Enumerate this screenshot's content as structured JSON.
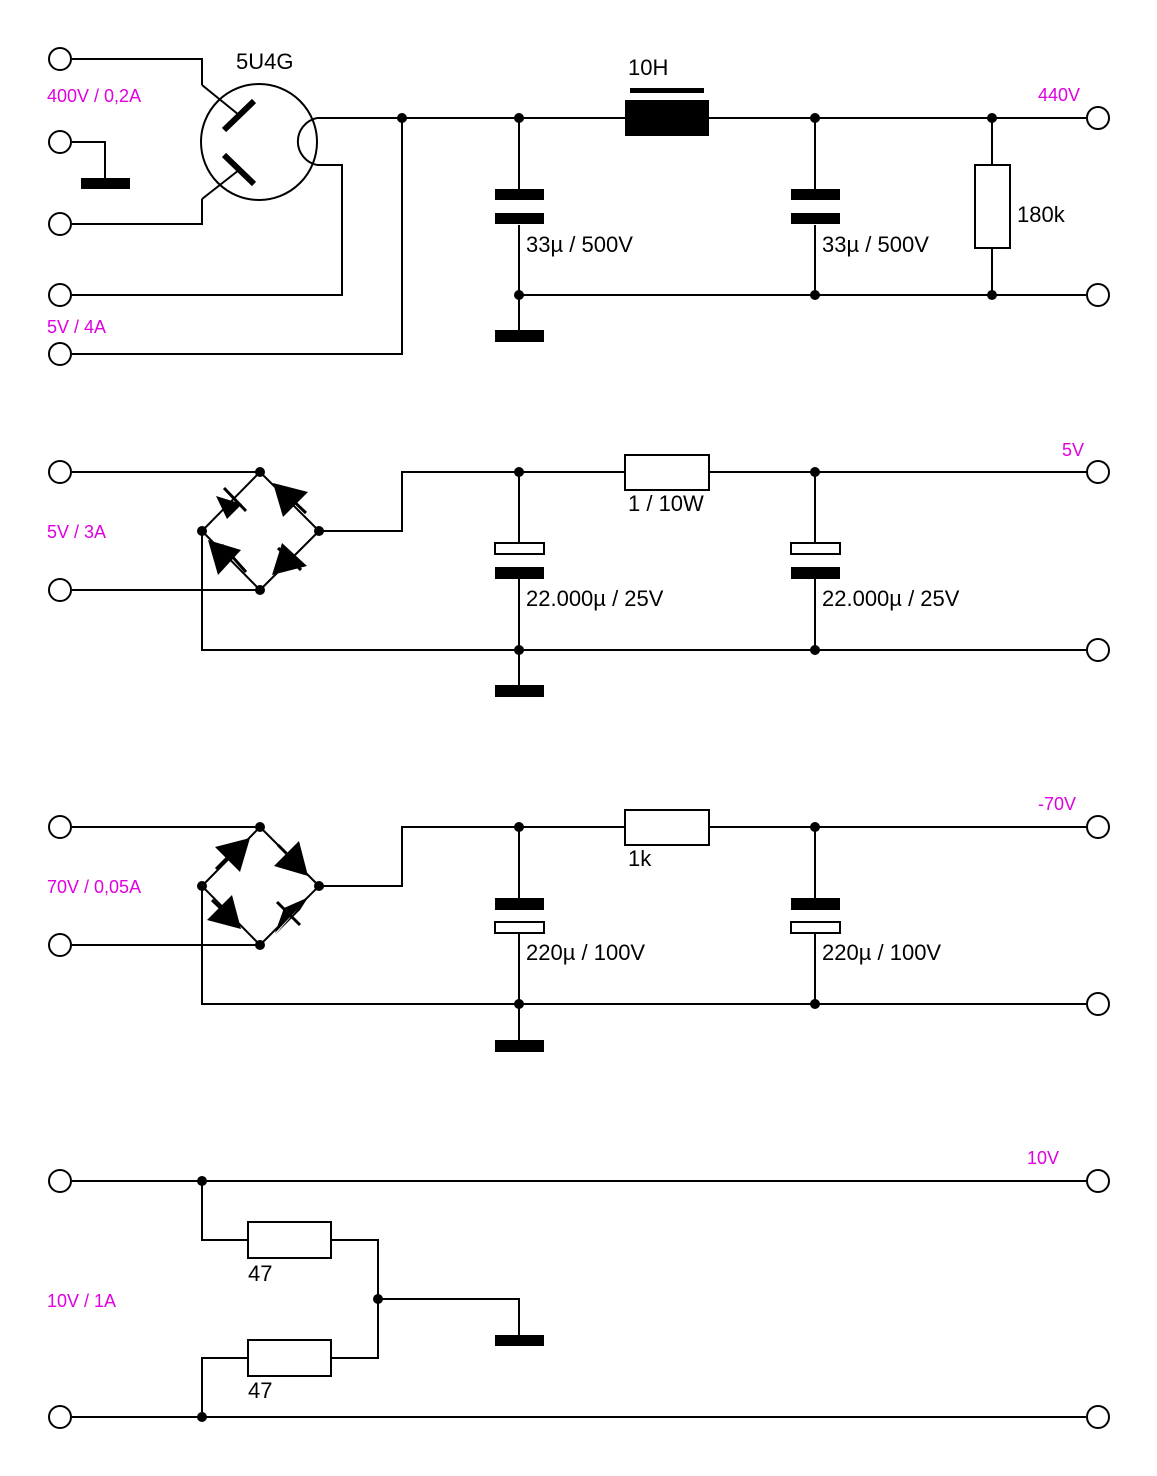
{
  "colors": {
    "line": "#000000",
    "voltage_label": "#e000e0",
    "background": "#ffffff"
  },
  "section1": {
    "tube": "5U4G",
    "input_hv": "400V / 0,2A",
    "input_fil": "5V / 4A",
    "choke": "10H",
    "cap1": "33µ / 500V",
    "cap2": "33µ / 500V",
    "bleeder": "180k",
    "output": "440V"
  },
  "section2": {
    "input": "5V / 3A",
    "resistor": "1 / 10W",
    "cap1": "22.000µ / 25V",
    "cap2": "22.000µ / 25V",
    "output": "5V"
  },
  "section3": {
    "input": "70V / 0,05A",
    "resistor": "1k",
    "cap1": "220µ / 100V",
    "cap2": "220µ / 100V",
    "output": "-70V"
  },
  "section4": {
    "input": "10V / 1A",
    "resistor1": "47",
    "resistor2": "47",
    "output": "10V"
  }
}
